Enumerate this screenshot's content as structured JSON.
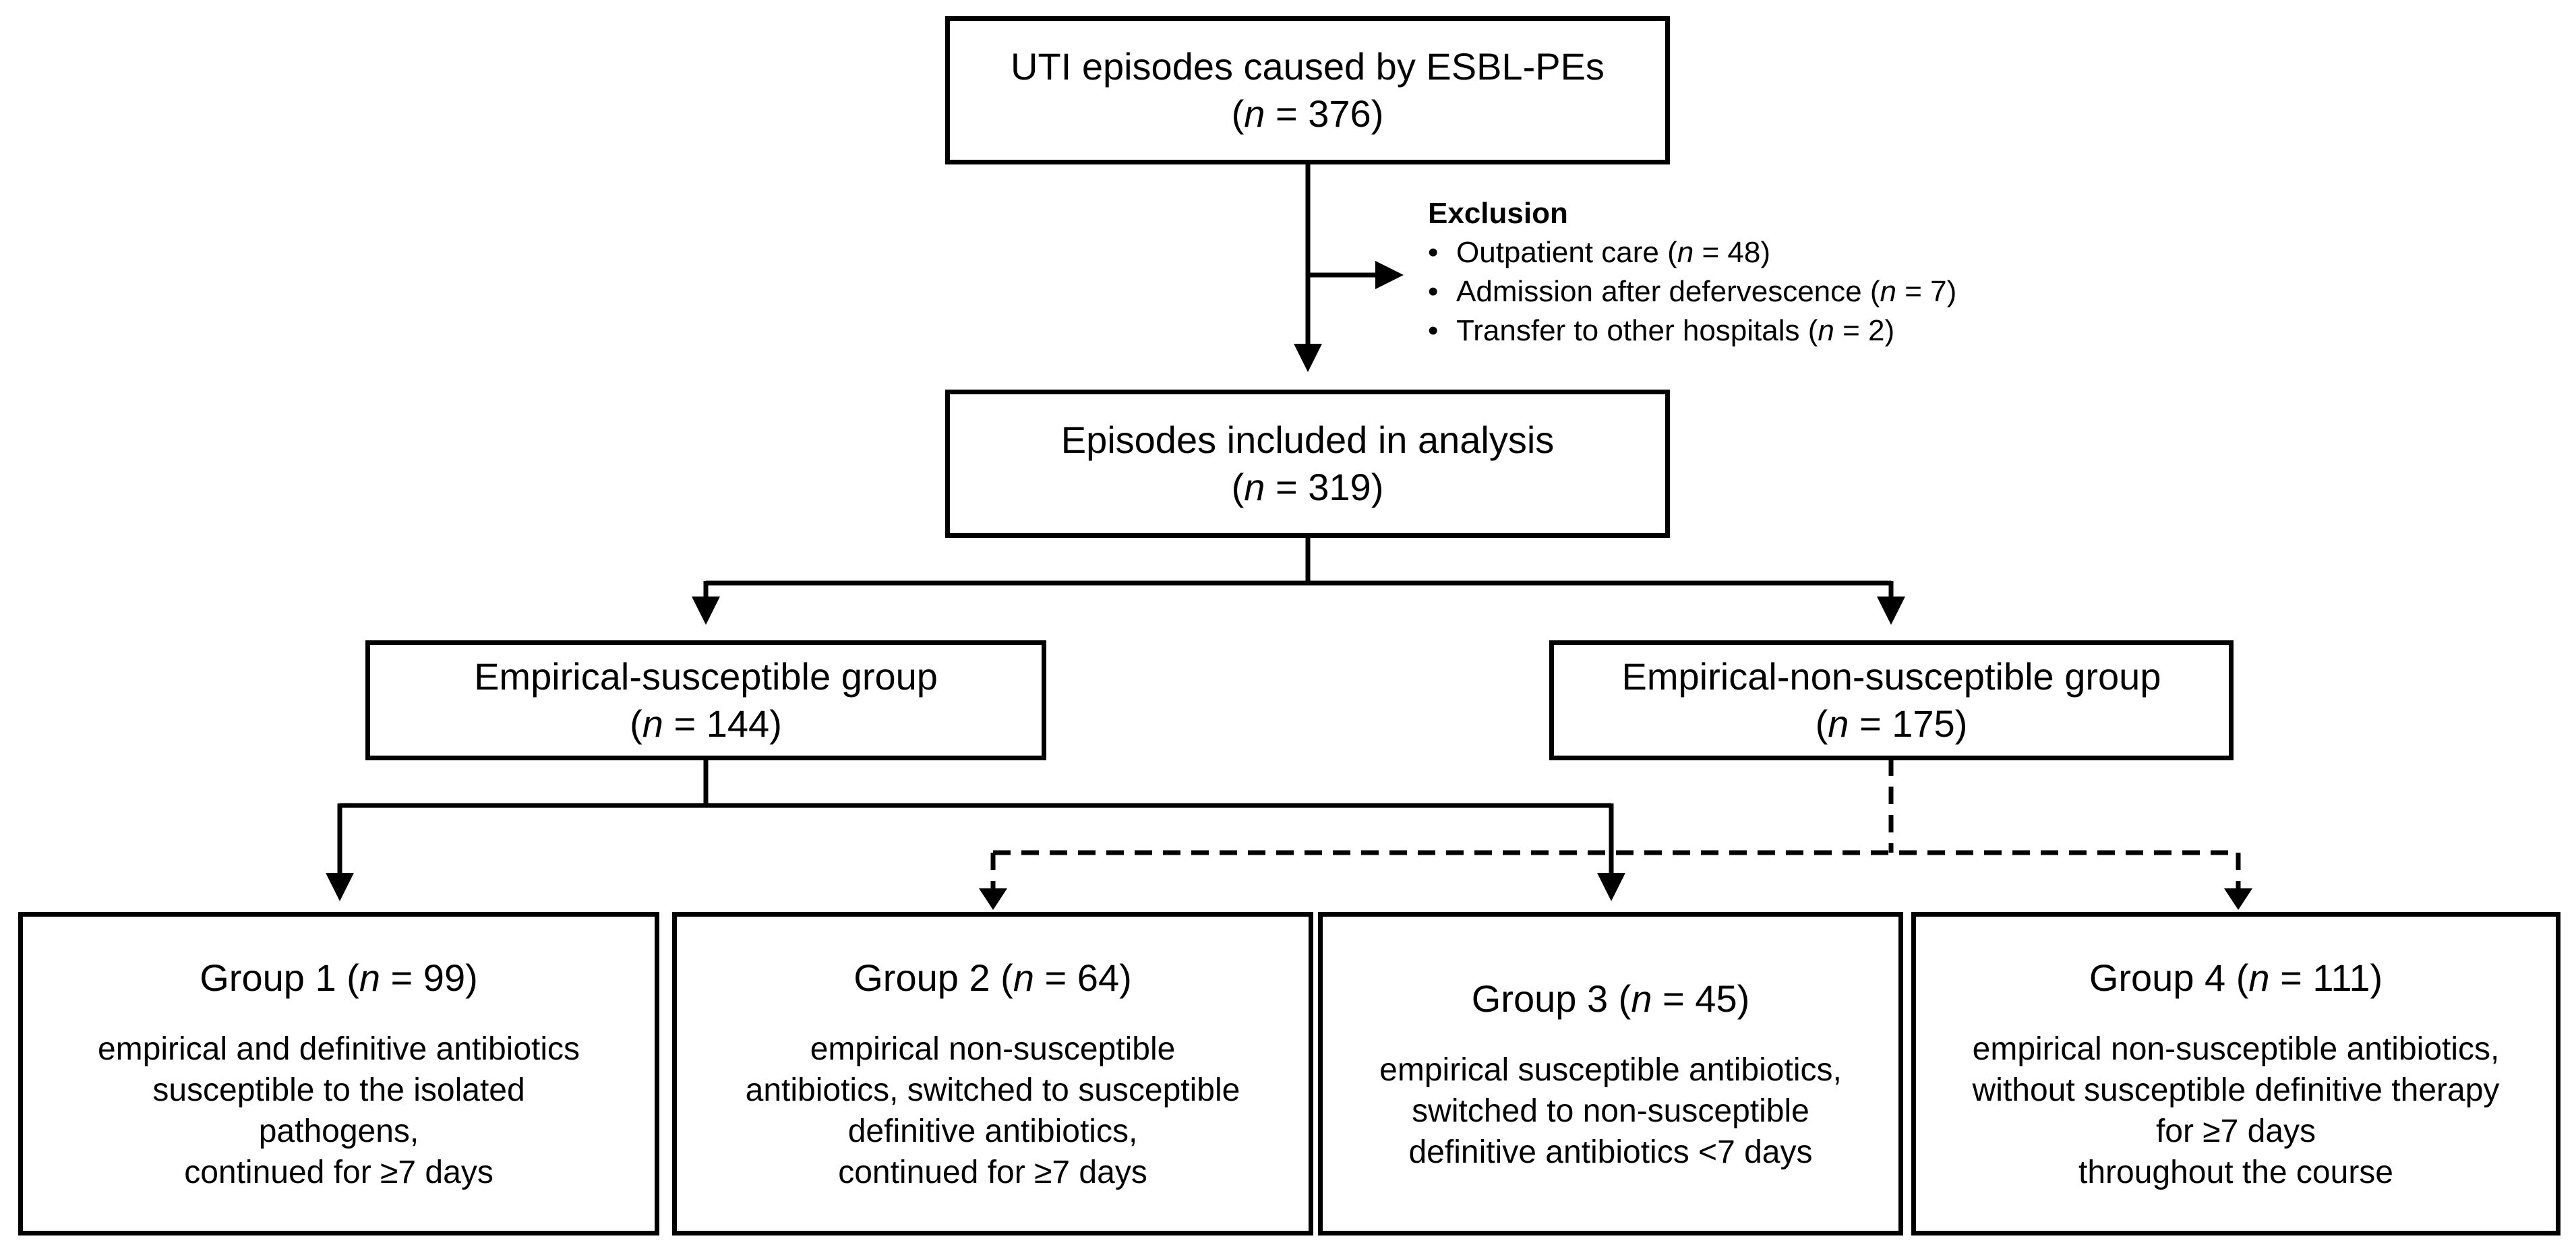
{
  "boxes": {
    "top": {
      "line1": "UTI episodes caused by ESBL-PEs",
      "n_value": "376"
    },
    "included": {
      "line1": "Episodes included in analysis",
      "n_value": "319"
    },
    "susceptible": {
      "line1": "Empirical-susceptible group",
      "n_value": "144"
    },
    "non_susceptible": {
      "line1": "Empirical-non-susceptible group",
      "n_value": "175"
    }
  },
  "exclusion": {
    "title": "Exclusion",
    "items": [
      {
        "label": "Outpatient care",
        "n_value": "48"
      },
      {
        "label": "Admission after defervescence",
        "n_value": "7"
      },
      {
        "label": "Transfer to other hospitals",
        "n_value": "2"
      }
    ]
  },
  "groups": [
    {
      "name": "Group 1",
      "n_value": "99",
      "lines": [
        "empirical and definitive antibiotics",
        "susceptible to the isolated",
        "pathogens,",
        "continued for ≥7 days"
      ]
    },
    {
      "name": "Group 2",
      "n_value": "64",
      "lines": [
        "empirical non-susceptible",
        "antibiotics, switched to susceptible",
        "definitive antibiotics,",
        "continued for ≥7 days"
      ]
    },
    {
      "name": "Group 3",
      "n_value": "45",
      "lines": [
        "empirical susceptible antibiotics,",
        "switched to non-susceptible",
        "definitive antibiotics <7 days"
      ]
    },
    {
      "name": "Group 4",
      "n_value": "111",
      "lines": [
        "empirical non-susceptible antibiotics,",
        "without susceptible definitive therapy",
        "for ≥7 days",
        "throughout the course"
      ]
    }
  ],
  "labels": {
    "n_symbol": "n",
    "equals": " = ",
    "open_paren": "(",
    "close_paren": ")",
    "bullet": "•"
  }
}
